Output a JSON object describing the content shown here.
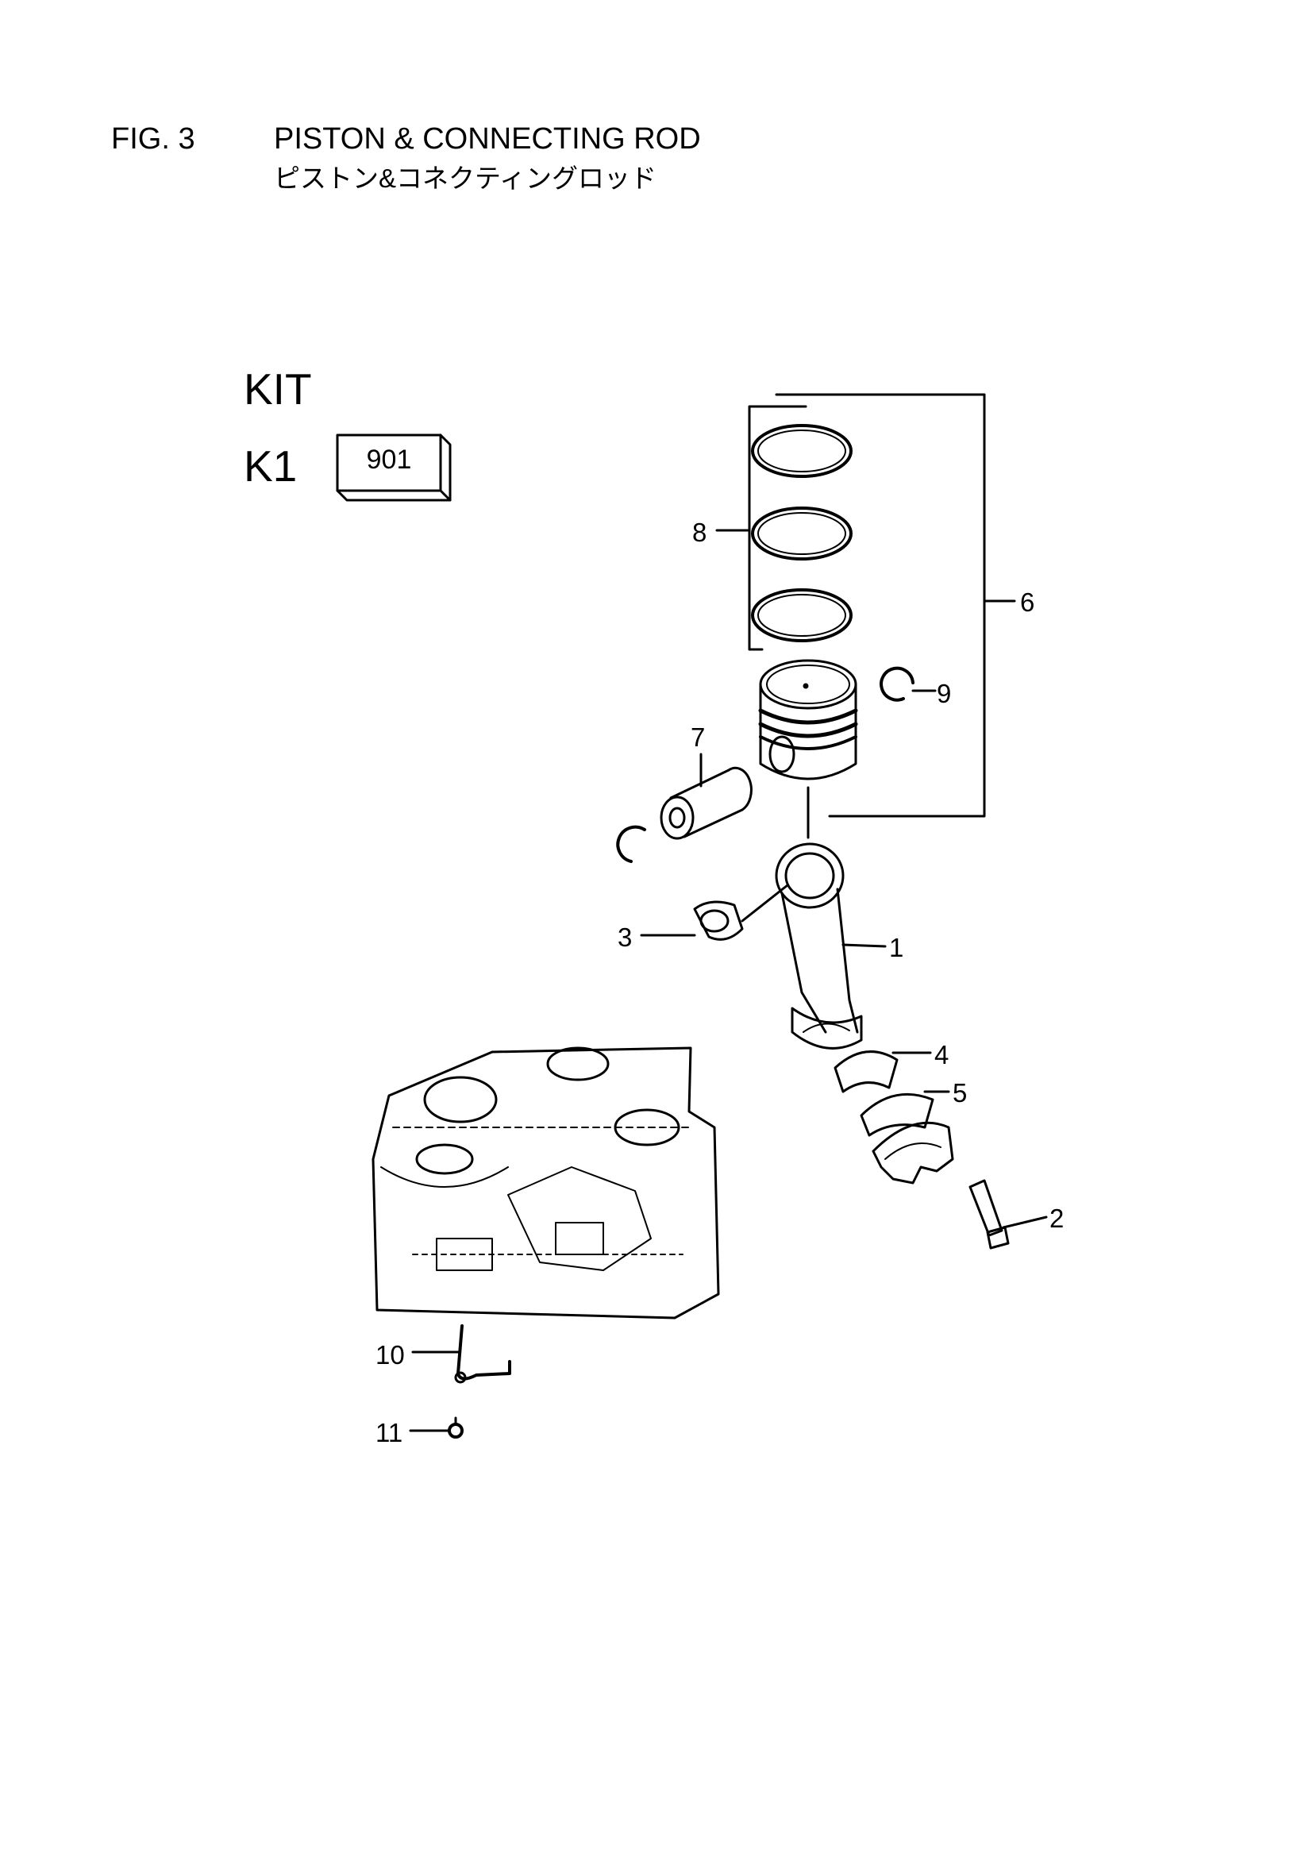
{
  "figure": {
    "number": "FIG. 3",
    "title": "PISTON & CONNECTING ROD",
    "subtitle": "ピストン&コネクティングロッド"
  },
  "kit": {
    "heading": "KIT",
    "code": "K1",
    "box_label": "901"
  },
  "callouts": [
    "1",
    "2",
    "3",
    "4",
    "5",
    "6",
    "7",
    "8",
    "9",
    "10",
    "11"
  ]
}
